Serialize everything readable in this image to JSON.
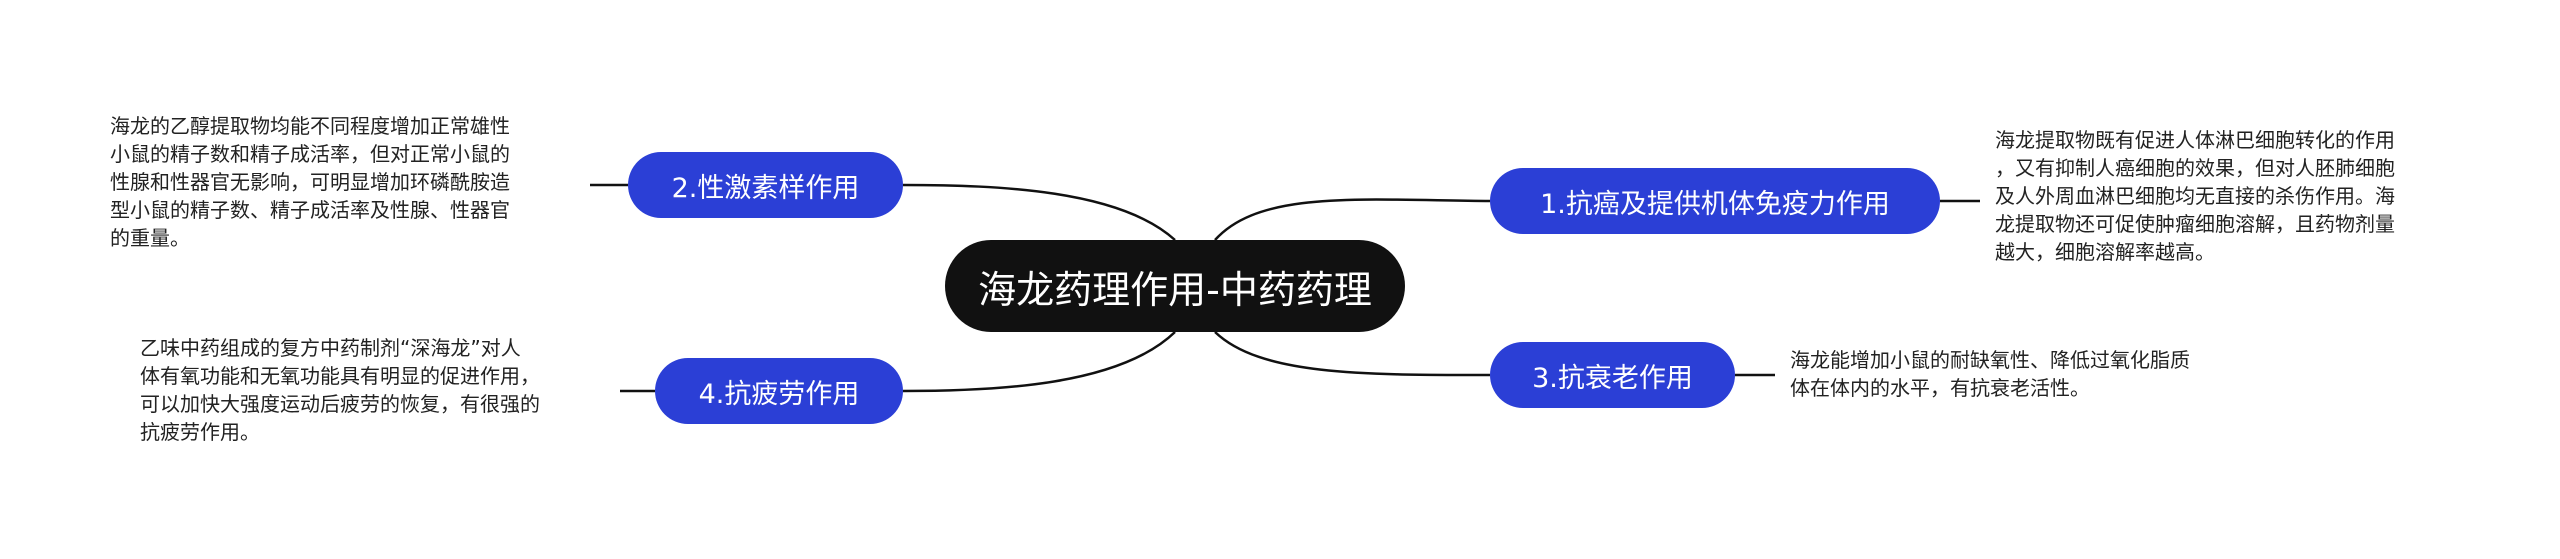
{
  "root": {
    "label": "海龙药理作用-中药药理"
  },
  "topics": [
    {
      "label": "1.抗癌及提供机体免疫力作用",
      "note": "海龙提取物既有促进人体淋巴细胞转化的作用\n，又有抑制人癌细胞的效果，但对人胚肺细胞\n及人外周血淋巴细胞均无直接的杀伤作用。海\n龙提取物还可促使肿瘤细胞溶解，且药物剂量\n越大，细胞溶解率越高。"
    },
    {
      "label": "2.性激素样作用",
      "note": "海龙的乙醇提取物均能不同程度增加正常雄性\n小鼠的精子数和精子成活率，但对正常小鼠的\n性腺和性器官无影响，可明显增加环磷酰胺造\n型小鼠的精子数、精子成活率及性腺、性器官\n的重量。"
    },
    {
      "label": "3.抗衰老作用",
      "note": "海龙能增加小鼠的耐缺氧性、降低过氧化脂质\n体在体内的水平，有抗衰老活性。"
    },
    {
      "label": "4.抗疲劳作用",
      "note": "乙味中药组成的复方中药制剂“深海龙”对人\n体有氧功能和无氧功能具有明显的促进作用，\n可以加快大强度运动后疲劳的恢复，有很强的\n抗疲劳作用。"
    }
  ],
  "colors": {
    "root_bg": "#111111",
    "topic_bg": "#2b3fd6",
    "connector": "#111111",
    "text": "#222222"
  }
}
